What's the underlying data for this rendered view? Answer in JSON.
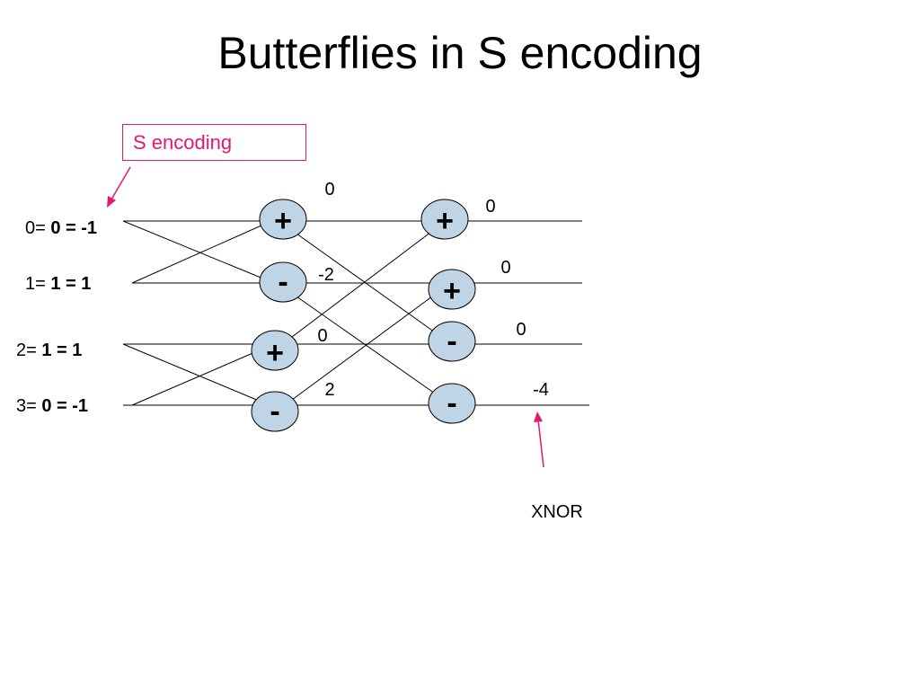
{
  "title": "Butterflies in S encoding",
  "callout": {
    "label": "S encoding"
  },
  "inputs": [
    {
      "prefix": "0= ",
      "value": "0 = -1"
    },
    {
      "prefix": "1= ",
      "value": "1 = 1"
    },
    {
      "prefix": "2= ",
      "value": "1 = 1"
    },
    {
      "prefix": "3= ",
      "value": "0 = -1"
    }
  ],
  "stage1": {
    "ops": [
      "+",
      "-",
      "+",
      "-"
    ],
    "outputs": [
      "0",
      "-2",
      "0",
      "2"
    ]
  },
  "stage2": {
    "ops": [
      "+",
      "+",
      "-",
      "-"
    ],
    "outputs": [
      "0",
      "0",
      "0",
      "-4"
    ]
  },
  "annotation": {
    "label": "XNOR"
  },
  "colors": {
    "node_fill": "#BFD5E6",
    "accent": "#E6176E"
  }
}
